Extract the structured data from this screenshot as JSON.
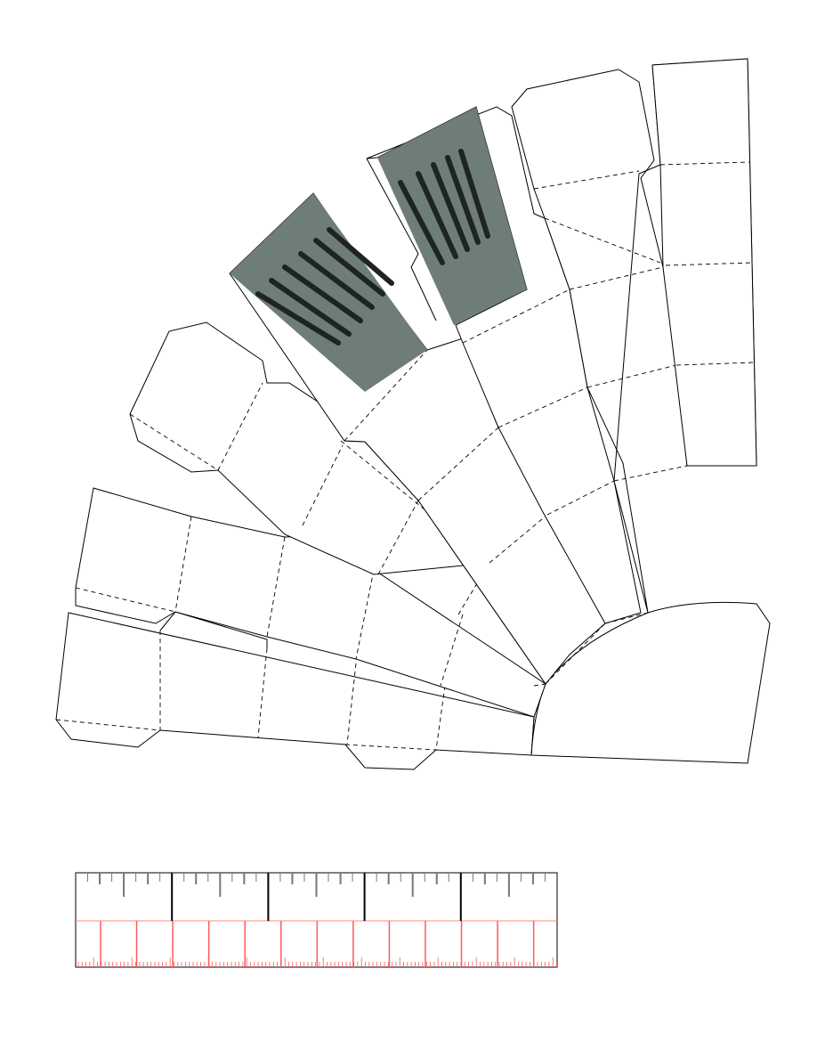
{
  "template": {
    "colors": {
      "cut_line": "#000000",
      "fold_line": "#000000",
      "panel_fill": "#6f7d78",
      "panel_stripe": "#1e2422",
      "ruler_black": "#000000",
      "ruler_red": "#ff5a5a"
    },
    "line_styles": {
      "cut": "solid",
      "fold": "dashed"
    }
  },
  "ruler": {
    "top_major_divisions": 5,
    "bottom_red_divisions": 13
  }
}
